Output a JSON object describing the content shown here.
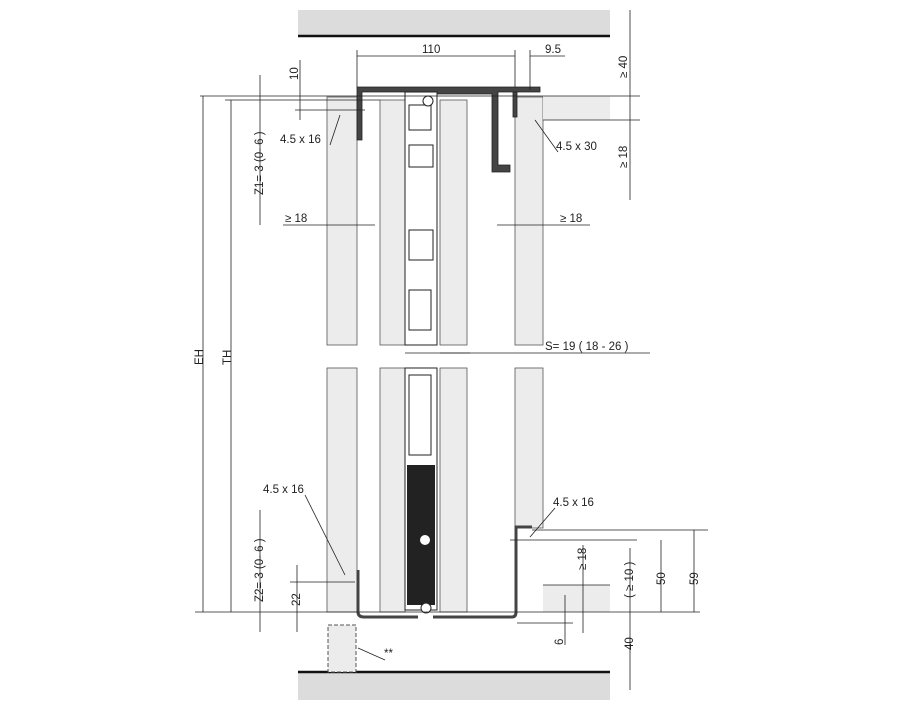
{
  "drawing": {
    "labels": {
      "width_110": "110",
      "offset_9_5": "9.5",
      "dim_10": "10",
      "screw_top_left": "4.5 x 16",
      "screw_top_right": "4.5 x 30",
      "min_40_top": "≥ 40",
      "min_18_top": "≥ 18",
      "z1": "Z1= 3 (0- 6 )",
      "min_18_left": "≥ 18",
      "min_18_right": "≥ 18",
      "eh": "EH",
      "th": "TH",
      "s_gap": "S= 19 ( 18 - 26 )",
      "screw_bottom_left": "4.5 x 16",
      "screw_bottom_right": "4.5 x 16",
      "z2": "Z2= 3 (0- 6 )",
      "dim_22": "22",
      "min_18_bottom": "≥ 18",
      "min_10_bottom": "( ≥ 10 )",
      "dim_50": "50",
      "dim_59": "59",
      "dim_6": "6",
      "dim_40_bottom": "40",
      "note_stars": "**"
    },
    "colors": {
      "panel": "#ececec",
      "band": "#dcdcdc",
      "profile": "#444444"
    }
  }
}
